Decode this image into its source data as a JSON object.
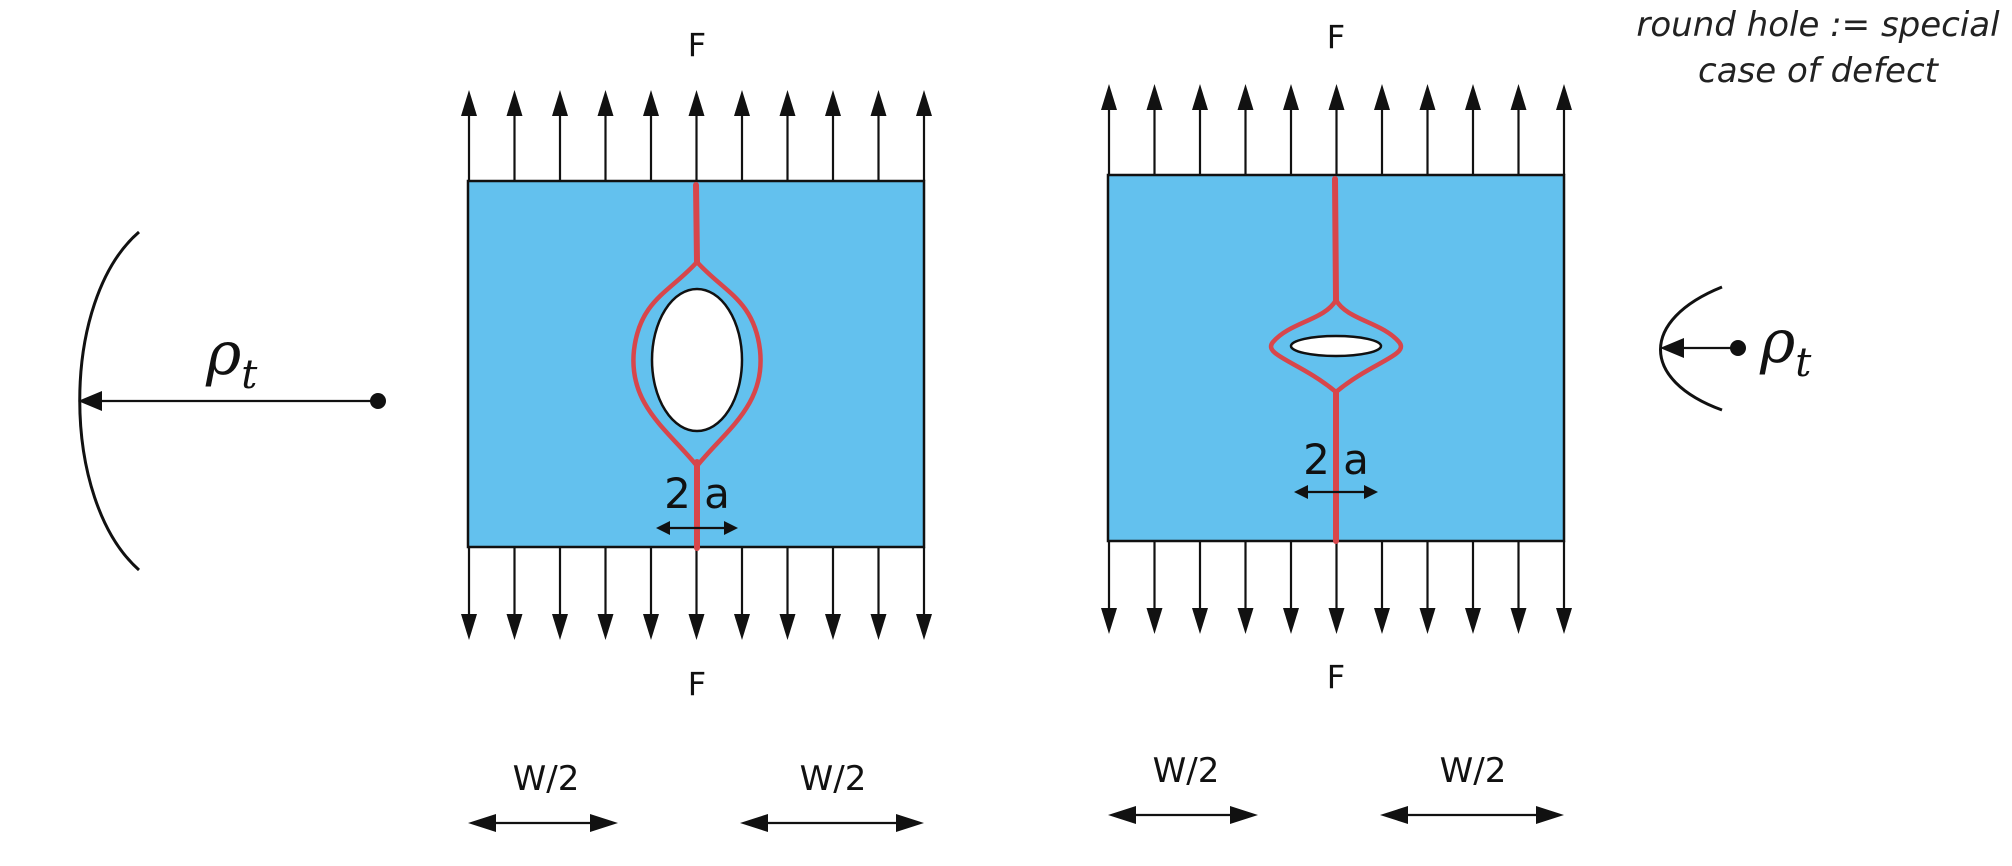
{
  "colors": {
    "plate_fill": "#63c1ee",
    "crack_red": "#d8464b",
    "ink": "#111111"
  },
  "note": {
    "line1": "round hole := special",
    "line2": "case of defect"
  },
  "left_specimen": {
    "force_top": "F",
    "force_bottom": "F",
    "width_left": "W/2",
    "width_right": "W/2",
    "crack_label": "2 a",
    "defect": "tall ellipse hole"
  },
  "right_specimen": {
    "force_top": "F",
    "force_bottom": "F",
    "width_left": "W/2",
    "width_right": "W/2",
    "crack_label": "2 a",
    "defect": "flat ellipse hole"
  },
  "radius_left": {
    "symbol": "ρ",
    "subscript": "t"
  },
  "radius_right": {
    "symbol": "ρ",
    "subscript": "t"
  }
}
